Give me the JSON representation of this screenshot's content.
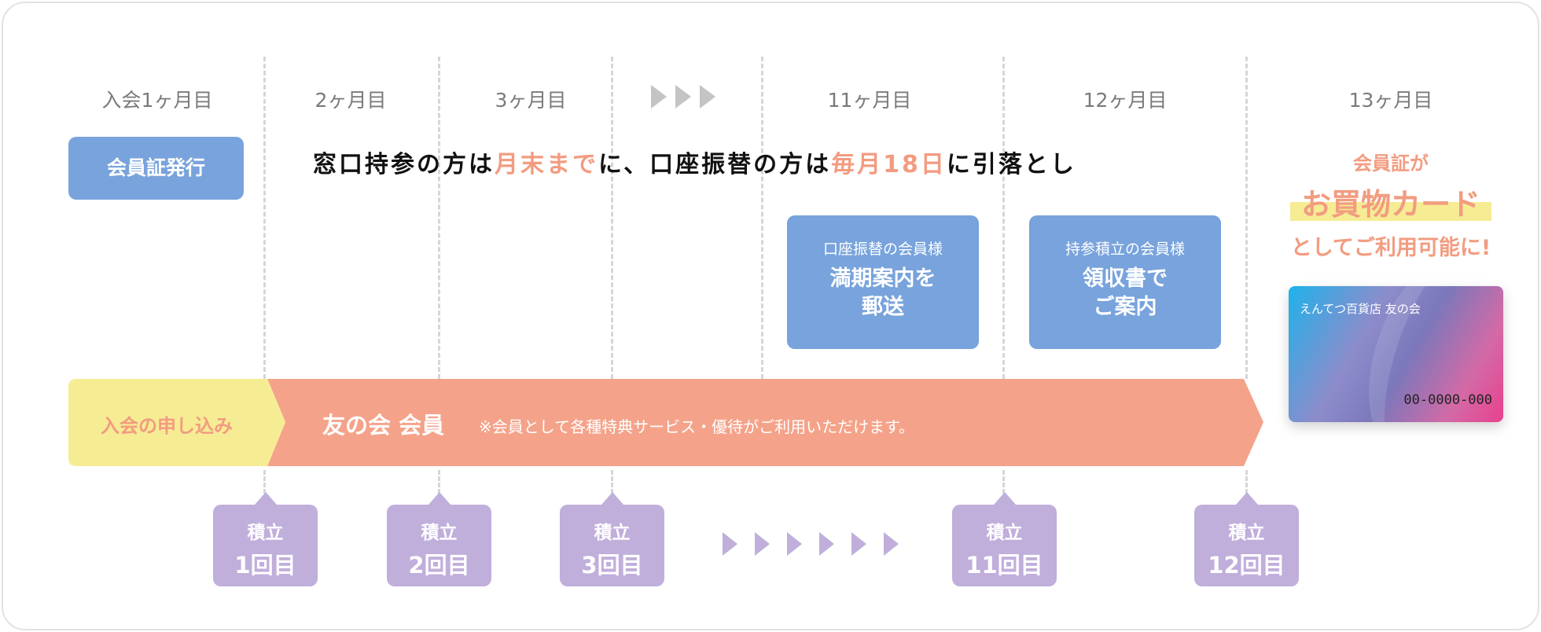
{
  "months": [
    "入会1ヶ月目",
    "2ヶ月目",
    "3ヶ月目",
    "11ヶ月目",
    "12ヶ月目",
    "13ヶ月目"
  ],
  "card_issue": "会員証発行",
  "headline": {
    "p1": "窓口持参の方は",
    "h1": "月末まで",
    "p2": "に、口座振替の方は",
    "h2": "毎月18日",
    "p3": "に引落とし"
  },
  "notice_boxes": [
    {
      "sub": "口座振替の会員様",
      "main1": "満期案内を",
      "main2": "郵送"
    },
    {
      "sub": "持参積立の会員様",
      "main1": "領収書で",
      "main2": "ご案内"
    }
  ],
  "card_promo": {
    "line1": "会員証が",
    "line2": "お買物カード",
    "line3": "としてご利用可能に!"
  },
  "member_card": {
    "name": "えんてつ百貨店 友の会",
    "number": "00-0000-000"
  },
  "banner": {
    "apply": "入会の申し込み",
    "member": "友の会 会員",
    "note": "※会員として各種特典サービス・優待がご利用いただけます。"
  },
  "savings": [
    {
      "label": "積立",
      "count": "1回目"
    },
    {
      "label": "積立",
      "count": "2回目"
    },
    {
      "label": "積立",
      "count": "3回目"
    },
    {
      "label": "積立",
      "count": "11回目"
    },
    {
      "label": "積立",
      "count": "12回目"
    }
  ],
  "colors": {
    "blue": "#78a3dc",
    "salmon": "#f4a38a",
    "yellow": "#f6ec94",
    "purple": "#c0aedb"
  }
}
